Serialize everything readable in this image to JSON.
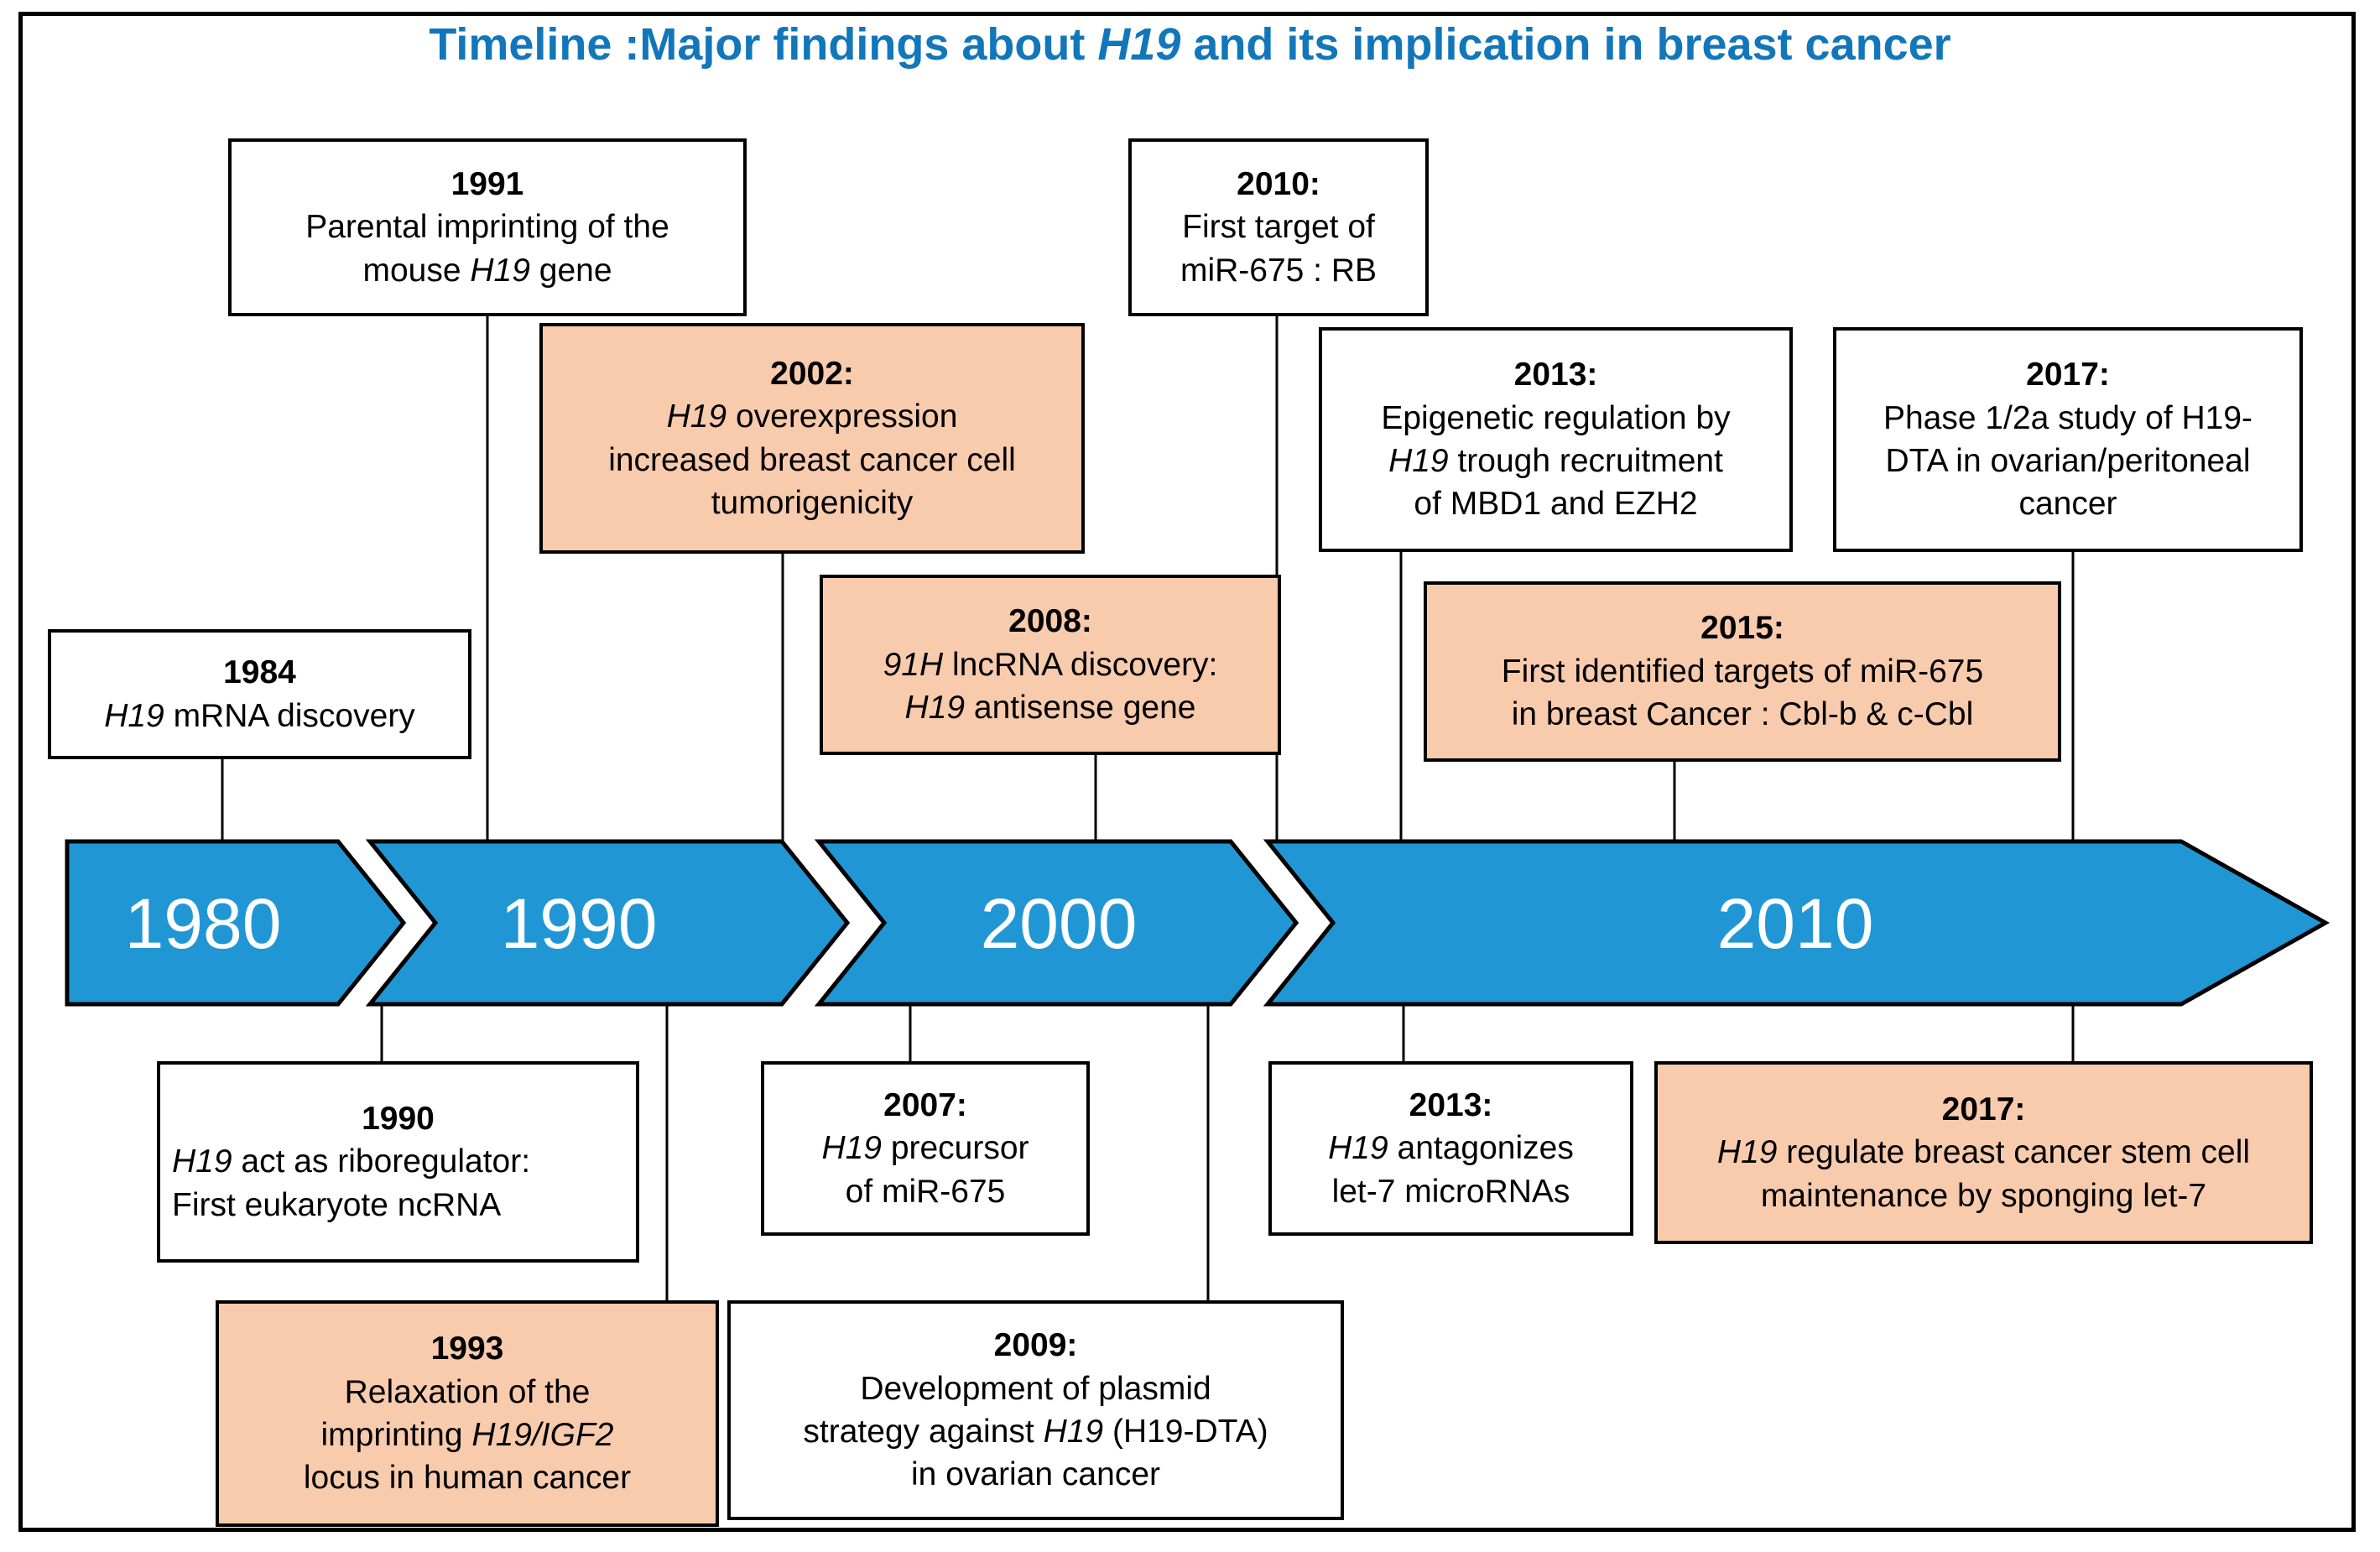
{
  "title": {
    "segments": [
      {
        "t": "Timeline :Major findings about "
      },
      {
        "t": "H19",
        "i": true
      },
      {
        "t": " and its implication in breast cancer"
      }
    ]
  },
  "colors": {
    "title_blue": "#1276BA",
    "arrow_blue": "#2097D4",
    "box_orange": "#F8CBAD",
    "box_border": "#000000",
    "background": "#FFFFFF"
  },
  "timeline": {
    "arrows": [
      {
        "label": "1980"
      },
      {
        "label": "1990"
      },
      {
        "label": "2000"
      },
      {
        "label": "2010"
      }
    ]
  },
  "boxes": [
    {
      "id": "1984",
      "variant": "white",
      "year": "1984",
      "body": [
        {
          "t": "H19",
          "i": true
        },
        {
          "t": " mRNA discovery"
        }
      ]
    },
    {
      "id": "1991",
      "variant": "white",
      "year": "1991",
      "body": [
        {
          "t": "Parental imprinting of the"
        },
        {
          "br": true
        },
        {
          "t": "mouse "
        },
        {
          "t": "H19",
          "i": true
        },
        {
          "t": " gene"
        }
      ]
    },
    {
      "id": "2002",
      "variant": "orange",
      "year": "2002:",
      "body": [
        {
          "t": "H19",
          "i": true
        },
        {
          "t": " overexpression"
        },
        {
          "br": true
        },
        {
          "t": "increased breast cancer cell"
        },
        {
          "br": true
        },
        {
          "t": "tumorigenicity"
        }
      ]
    },
    {
      "id": "2010",
      "variant": "white",
      "year": "2010:",
      "body": [
        {
          "t": "First target of"
        },
        {
          "br": true
        },
        {
          "t": "miR-675 : RB"
        }
      ]
    },
    {
      "id": "2013-epigenetic",
      "variant": "white",
      "year": "2013:",
      "body": [
        {
          "t": "Epigenetic regulation by"
        },
        {
          "br": true
        },
        {
          "t": "H19",
          "i": true
        },
        {
          "t": " trough recruitment"
        },
        {
          "br": true
        },
        {
          "t": "of MBD1 and EZH2"
        }
      ]
    },
    {
      "id": "2017-phase12a",
      "variant": "white",
      "year": "2017:",
      "body": [
        {
          "t": "Phase 1/2a study of H19-"
        },
        {
          "br": true
        },
        {
          "t": "DTA in ovarian/peritoneal"
        },
        {
          "br": true
        },
        {
          "t": "cancer"
        }
      ]
    },
    {
      "id": "2008",
      "variant": "orange",
      "year": "2008:",
      "body": [
        {
          "t": "91H",
          "i": true
        },
        {
          "t": " lncRNA discovery:"
        },
        {
          "br": true
        },
        {
          "t": "H19",
          "i": true
        },
        {
          "t": " antisense gene"
        }
      ]
    },
    {
      "id": "2015",
      "variant": "orange",
      "year": "2015:",
      "body": [
        {
          "t": "First identified targets of miR-675"
        },
        {
          "br": true
        },
        {
          "t": "in breast Cancer : Cbl-b & c-Cbl"
        }
      ]
    },
    {
      "id": "1990",
      "variant": "white",
      "year": "1990",
      "body": [
        {
          "t": "H19",
          "i": true
        },
        {
          "t": " act as riboregulator:"
        },
        {
          "br": true
        },
        {
          "t": "First eukaryote ncRNA"
        }
      ]
    },
    {
      "id": "1993",
      "variant": "orange",
      "year": "1993",
      "body": [
        {
          "t": "Relaxation of the"
        },
        {
          "br": true
        },
        {
          "t": "imprinting "
        },
        {
          "t": "H19/IGF2",
          "i": true
        },
        {
          "br": true
        },
        {
          "t": "locus in human cancer"
        }
      ]
    },
    {
      "id": "2007",
      "variant": "white",
      "year": "2007:",
      "body": [
        {
          "t": "H19",
          "i": true
        },
        {
          "t": " precursor"
        },
        {
          "br": true
        },
        {
          "t": "of miR-675"
        }
      ]
    },
    {
      "id": "2009",
      "variant": "white",
      "year": "2009:",
      "body": [
        {
          "t": "Development of plasmid"
        },
        {
          "br": true
        },
        {
          "t": "strategy against "
        },
        {
          "t": "H19",
          "i": true
        },
        {
          "t": " (H19-DTA)"
        },
        {
          "br": true
        },
        {
          "t": "in ovarian cancer"
        }
      ]
    },
    {
      "id": "2013-let7",
      "variant": "white",
      "year": "2013:",
      "body": [
        {
          "t": "H19",
          "i": true
        },
        {
          "t": " antagonizes"
        },
        {
          "br": true
        },
        {
          "t": "let-7 microRNAs"
        }
      ]
    },
    {
      "id": "2017-stemcell",
      "variant": "orange",
      "year": "2017:",
      "body": [
        {
          "t": "H19",
          "i": true
        },
        {
          "t": " regulate breast cancer stem cell"
        },
        {
          "br": true
        },
        {
          "t": "maintenance by sponging let-7"
        }
      ]
    }
  ]
}
